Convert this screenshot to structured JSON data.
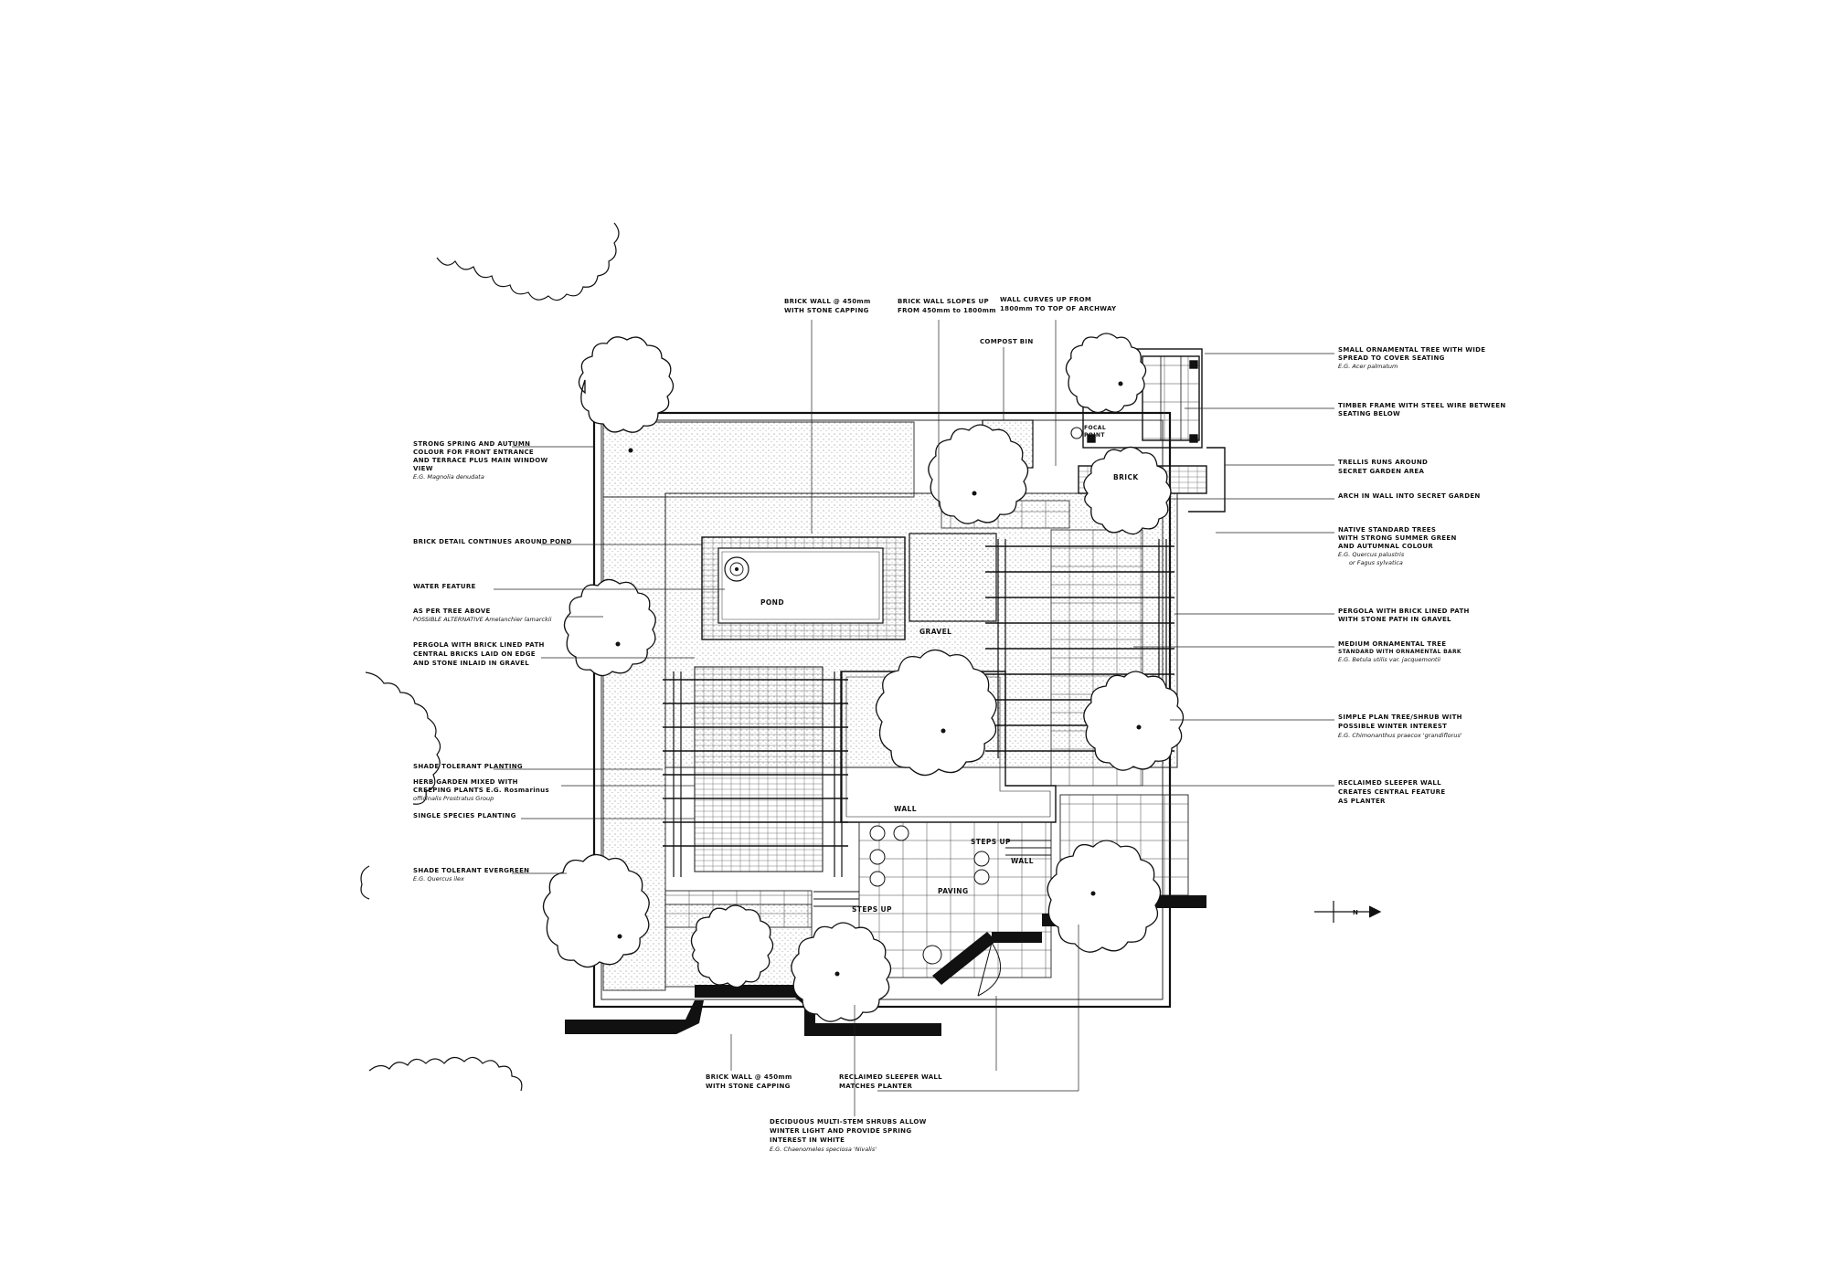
{
  "theme": {
    "ink": "#111111",
    "paper": "#ffffff"
  },
  "left_annotations": [
    {
      "id": "ann-l-magnolia",
      "lines": [
        "STRONG SPRING AND AUTUMN",
        "COLOUR FOR FRONT ENTRANCE",
        "AND TERRACE PLUS MAIN WINDOW",
        "VIEW"
      ],
      "species": "E.G. Magnolia denudata"
    },
    {
      "id": "ann-l-brick-detail",
      "lines": [
        "BRICK DETAIL CONTINUES AROUND POND"
      ],
      "species": ""
    },
    {
      "id": "ann-l-water",
      "lines": [
        "WATER FEATURE"
      ],
      "species": ""
    },
    {
      "id": "ann-l-as-per",
      "lines": [
        "AS PER TREE ABOVE"
      ],
      "species": "POSSIBLE ALTERNATIVE Amelanchier lamarckii"
    },
    {
      "id": "ann-l-pergola",
      "lines": [
        "PERGOLA WITH BRICK LINED PATH",
        "CENTRAL BRICKS LAID ON EDGE",
        "AND STONE INLAID IN GRAVEL"
      ],
      "species": ""
    },
    {
      "id": "ann-l-shade",
      "lines": [
        "SHADE TOLERANT PLANTING"
      ],
      "species": ""
    },
    {
      "id": "ann-l-herb",
      "lines": [
        "HERB GARDEN MIXED WITH",
        "CREEPING PLANTS E.G. Rosmarinus"
      ],
      "species": "officinalis Prostratus Group"
    },
    {
      "id": "ann-l-single",
      "lines": [
        "SINGLE SPECIES PLANTING"
      ],
      "species": ""
    },
    {
      "id": "ann-l-evergreen",
      "lines": [
        "SHADE TOLERANT EVERGREEN"
      ],
      "species": "E.G. Quercus ilex"
    }
  ],
  "right_annotations": [
    {
      "id": "ann-r-small-tree",
      "lines": [
        "SMALL ORNAMENTAL TREE WITH WIDE",
        "SPREAD TO COVER SEATING"
      ],
      "species": "E.G. Acer palmatum"
    },
    {
      "id": "ann-r-timber",
      "lines": [
        "TIMBER FRAME WITH STEEL WIRE BETWEEN",
        "SEATING BELOW"
      ],
      "species": ""
    },
    {
      "id": "ann-r-trellis",
      "lines": [
        "TRELLIS RUNS AROUND",
        "SECRET GARDEN AREA"
      ],
      "species": ""
    },
    {
      "id": "ann-r-arch",
      "lines": [
        "ARCH IN WALL INTO SECRET GARDEN"
      ],
      "species": ""
    },
    {
      "id": "ann-r-native",
      "lines": [
        "NATIVE STANDARD TREES",
        "WITH STRONG SUMMER GREEN",
        "AND AUTUMNAL COLOUR",
        "E.G. Quercus palustris"
      ],
      "species": "or Fagus sylvatica"
    },
    {
      "id": "ann-r-pergola",
      "lines": [
        "PERGOLA WITH BRICK LINED PATH",
        "WITH STONE PATH IN GRAVEL"
      ],
      "species": ""
    },
    {
      "id": "ann-r-medium",
      "lines": [
        "MEDIUM ORNAMENTAL TREE",
        "STANDARD WITH ORNAMENTAL BARK"
      ],
      "species": "E.G. Betula utilis var. jacquemontii"
    },
    {
      "id": "ann-r-simple",
      "lines": [
        "SIMPLE PLAN TREE/SHRUB WITH",
        "POSSIBLE WINTER INTEREST"
      ],
      "species": "E.G. Chimonanthus praecox 'grandiflorus'"
    },
    {
      "id": "ann-r-sleeper",
      "lines": [
        "RECLAIMED SLEEPER WALL",
        "CREATES CENTRAL FEATURE",
        "AS PLANTER"
      ],
      "species": ""
    }
  ],
  "top_annotations": [
    {
      "id": "ann-t-brick-wall",
      "lines": [
        "BRICK WALL @ 450mm",
        "WITH STONE CAPPING"
      ]
    },
    {
      "id": "ann-t-slopes",
      "lines": [
        "BRICK WALL SLOPES UP",
        "FROM 450mm to 1800mm"
      ]
    },
    {
      "id": "ann-t-curves",
      "lines": [
        "WALL CURVES UP FROM",
        "1800mm TO TOP OF ARCHWAY"
      ]
    },
    {
      "id": "ann-t-compost",
      "lines": [
        "COMPOST BIN"
      ]
    }
  ],
  "bottom_annotations": [
    {
      "id": "ann-b-brick-wall",
      "lines": [
        "BRICK WALL @ 450mm",
        "WITH STONE CAPPING"
      ],
      "species": ""
    },
    {
      "id": "ann-b-sleeper",
      "lines": [
        "RECLAIMED SLEEPER WALL",
        "MATCHES PLANTER"
      ],
      "species": ""
    },
    {
      "id": "ann-b-shrubs",
      "lines": [
        "DECIDUOUS MULTI-STEM SHRUBS ALLOW",
        "WINTER LIGHT AND PROVIDE SPRING",
        "INTEREST IN WHITE"
      ],
      "species": "E.G. Chaenomeles speciosa 'Nivalis'"
    }
  ],
  "plan_labels": {
    "pond": "POND",
    "gravel": "GRAVEL",
    "brick": "BRICK",
    "focal_point_1": "FOCAL",
    "focal_point_2": "POINT",
    "wall_1": "WALL",
    "wall_2": "WALL",
    "steps_up_1": "STEPS UP",
    "steps_up_2": "STEPS UP",
    "paving": "PAVING"
  },
  "north_arrow": {
    "label": "N"
  }
}
